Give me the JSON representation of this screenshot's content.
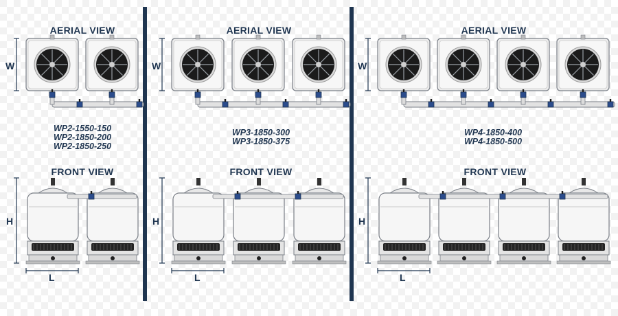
{
  "divider_color": "#1f3550",
  "groups": [
    {
      "units": 2,
      "aerial_title": "AERIAL VIEW",
      "front_title": "FRONT VIEW",
      "models": [
        "WP2-1550-150",
        "WP2-1850-200",
        "WP2-1850-250"
      ],
      "dim_w": "W",
      "dim_h": "H",
      "dim_l": "L"
    },
    {
      "units": 3,
      "aerial_title": "AERIAL VIEW",
      "front_title": "FRONT VIEW",
      "models": [
        "WP3-1850-300",
        "WP3-1850-375"
      ],
      "dim_w": "W",
      "dim_h": "H",
      "dim_l": "L"
    },
    {
      "units": 4,
      "aerial_title": "AERIAL VIEW",
      "front_title": "FRONT VIEW",
      "models": [
        "WP4-1850-400",
        "WP4-1850-500"
      ],
      "dim_w": "W",
      "dim_h": "H",
      "dim_l": "L"
    }
  ]
}
